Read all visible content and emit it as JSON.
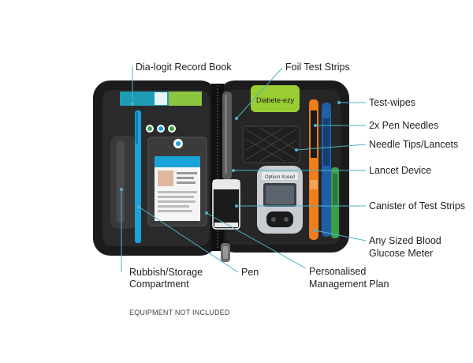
{
  "labels": {
    "record_book": "Dia-logit Record Book",
    "foil_strips": "Foil Test Strips",
    "test_wipes": "Test-wipes",
    "pen_needles": "2x Pen Needles",
    "needle_tips": "Needle Tips/Lancets",
    "lancet_device": "Lancet Device",
    "canister": "Canister of Test Strips",
    "meter_line1": "Any Sized Blood",
    "meter_line2": "Glucose Meter",
    "rubbish_line1": "Rubbish/Storage",
    "rubbish_line2": "Compartment",
    "pen": "Pen",
    "plan_line1": "Personalised",
    "plan_line2": "Management Plan",
    "footer": "EQUIPMENT NOT INCLUDED"
  },
  "product_text": {
    "pouch_brand": "Diabete-ezy",
    "meter_brand": "Optium Xceed"
  },
  "colors": {
    "case_outer": "#1b1b1b",
    "case_inner": "#2a2a2a",
    "leader_line": "#4fb3c9",
    "pouch_green": "#9acd32",
    "pen_orange": "#ef7d1a",
    "pen_blue": "#1f5fa8",
    "accent_cyan": "#1aa3d9"
  }
}
